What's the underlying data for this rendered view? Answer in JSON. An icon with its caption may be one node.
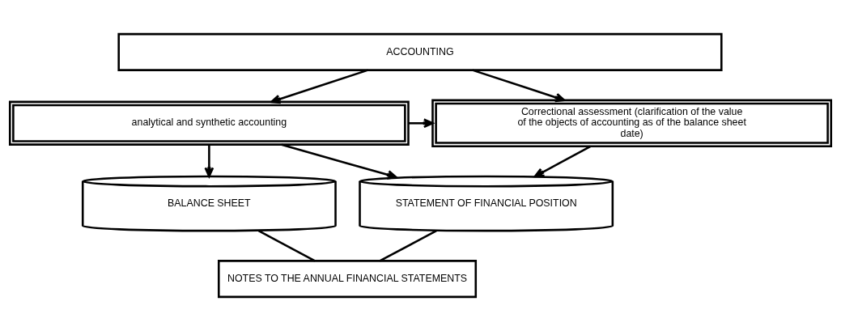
{
  "diagram": {
    "nodes": [
      {
        "text": [
          "ACCOUNTING"
        ]
      },
      {
        "text": [
          "analytical and synthetic accounting"
        ]
      },
      {
        "text": [
          "Correctional assessment (clarification of the value of the objects of accounting as of the balance sheet  date)"
        ]
      },
      {
        "text": [
          "BALANCE SHEET"
        ]
      },
      {
        "text": [
          "STATEMENT OF FINANCIAL POSITION"
        ]
      },
      {
        "text": [
          "NOTES TO THE ANNUAL FINANCIAL STATEMENTS"
        ]
      }
    ],
    "edges": [
      {
        "from": 0,
        "to": 1,
        "arrow": "to"
      },
      {
        "from": 0,
        "to": 2,
        "arrow": "to"
      },
      {
        "from": 1,
        "to": 2,
        "arrow": "to"
      },
      {
        "from": 1,
        "to": 3,
        "arrow": "to"
      },
      {
        "from": 1,
        "to": 4,
        "arrow": "to"
      },
      {
        "from": 2,
        "to": 4,
        "arrow": "to"
      },
      {
        "from": 3,
        "to": 5,
        "arrow": "none"
      },
      {
        "from": 4,
        "to": 5,
        "arrow": "none"
      }
    ]
  }
}
